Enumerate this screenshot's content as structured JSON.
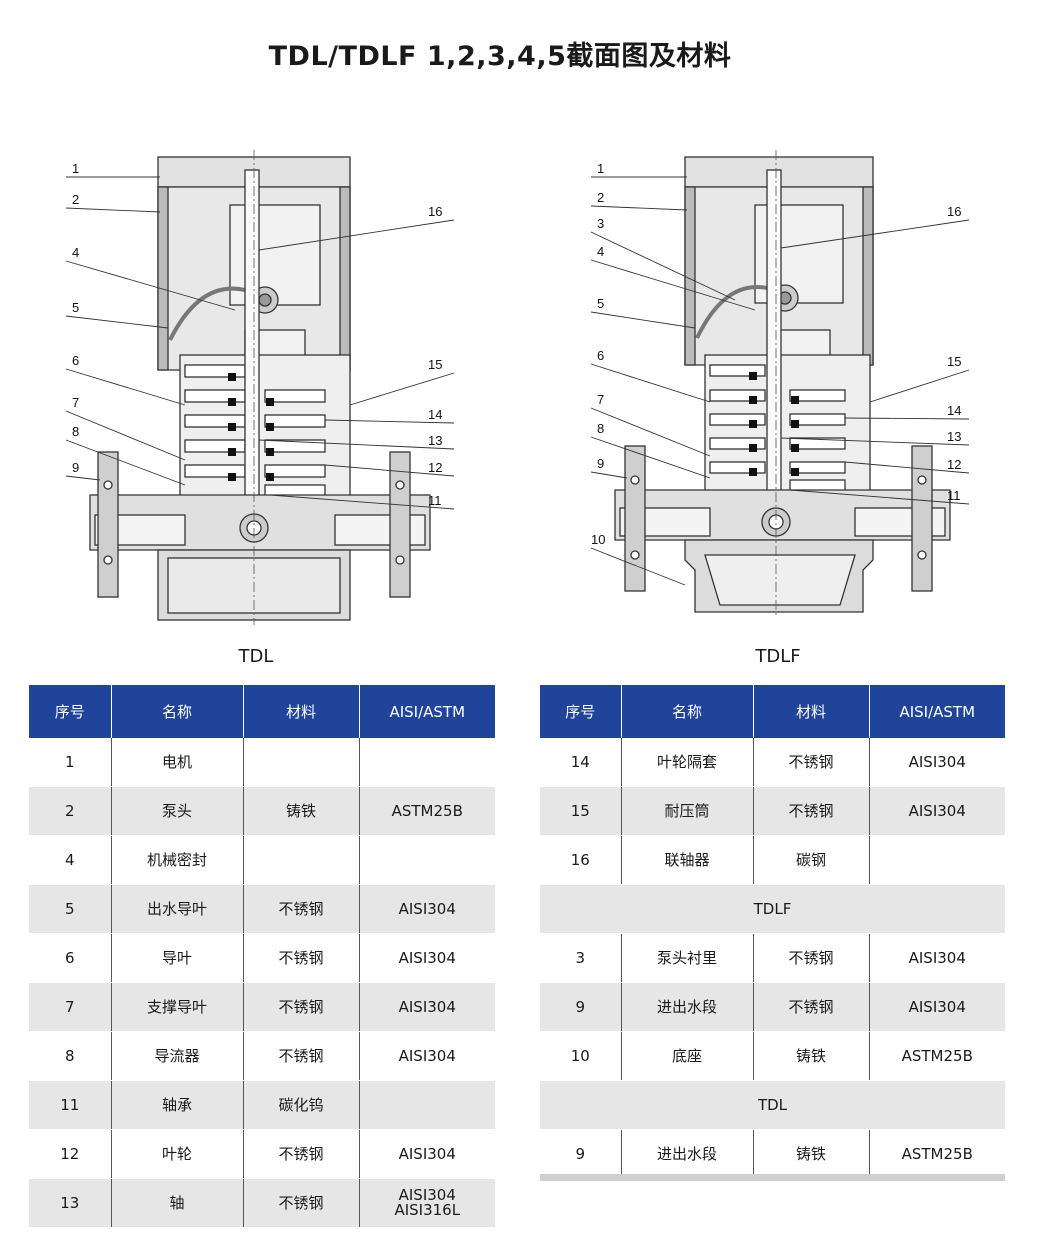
{
  "page_title": "TDL/TDLF 1,2,3,4,5截面图及材料",
  "diagrams": {
    "left": {
      "caption": "TDL",
      "left_labels": [
        "1",
        "2",
        "4",
        "5",
        "6",
        "7",
        "8",
        "9"
      ],
      "right_labels": [
        "16",
        "15",
        "14",
        "13",
        "12",
        "11"
      ]
    },
    "right": {
      "caption": "TDLF",
      "left_labels": [
        "1",
        "2",
        "3",
        "4",
        "5",
        "6",
        "7",
        "8",
        "9",
        "10"
      ],
      "right_labels": [
        "16",
        "15",
        "14",
        "13",
        "12",
        "11"
      ]
    }
  },
  "tables": {
    "header": [
      "序号",
      "名称",
      "材料",
      "AISI/ASTM"
    ],
    "left_rows": [
      {
        "no": "1",
        "name": "电机",
        "material": "",
        "standard": ""
      },
      {
        "no": "2",
        "name": "泵头",
        "material": "铸铁",
        "standard": "ASTM25B"
      },
      {
        "no": "4",
        "name": "机械密封",
        "material": "",
        "standard": ""
      },
      {
        "no": "5",
        "name": "出水导叶",
        "material": "不锈钢",
        "standard": "AISI304"
      },
      {
        "no": "6",
        "name": "导叶",
        "material": "不锈钢",
        "standard": "AISI304"
      },
      {
        "no": "7",
        "name": "支撑导叶",
        "material": "不锈钢",
        "standard": "AISI304"
      },
      {
        "no": "8",
        "name": "导流器",
        "material": "不锈钢",
        "standard": "AISI304"
      },
      {
        "no": "11",
        "name": "轴承",
        "material": "碳化钨",
        "standard": ""
      },
      {
        "no": "12",
        "name": "叶轮",
        "material": "不锈钢",
        "standard": "AISI304"
      },
      {
        "no": "13",
        "name": "轴",
        "material": "不锈钢",
        "standard": "AISI304",
        "standard2": "AISI316L"
      }
    ],
    "right_rows_a": [
      {
        "no": "14",
        "name": "叶轮隔套",
        "material": "不锈钢",
        "standard": "AISI304"
      },
      {
        "no": "15",
        "name": "耐压筒",
        "material": "不锈钢",
        "standard": "AISI304"
      },
      {
        "no": "16",
        "name": "联轴器",
        "material": "碳钢",
        "standard": ""
      }
    ],
    "section_tdlf": "TDLF",
    "right_rows_b": [
      {
        "no": "3",
        "name": "泵头衬里",
        "material": "不锈钢",
        "standard": "AISI304"
      },
      {
        "no": "9",
        "name": "进出水段",
        "material": "不锈钢",
        "standard": "AISI304"
      },
      {
        "no": "10",
        "name": "底座",
        "material": "铸铁",
        "standard": "ASTM25B"
      }
    ],
    "section_tdl": "TDL",
    "right_rows_c": [
      {
        "no": "9",
        "name": "进出水段",
        "material": "铸铁",
        "standard": "ASTM25B"
      }
    ]
  }
}
